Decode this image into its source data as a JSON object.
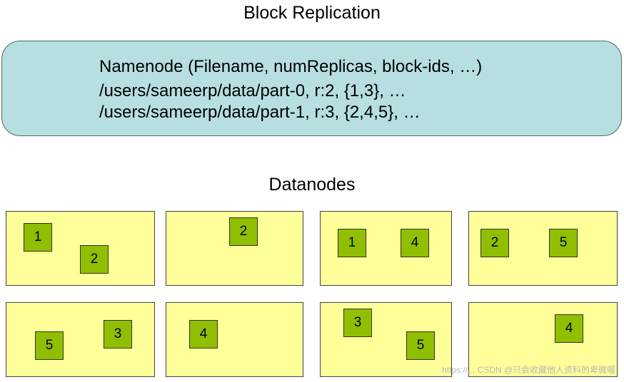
{
  "title": "Block Replication",
  "namenode": {
    "lines": [
      "Namenode (Filename, numReplicas, block-ids, …)",
      "/users/sameerp/data/part-0, r:2, {1,3}, …",
      "/users/sameerp/data/part-1, r:3, {2,4,5}, …"
    ]
  },
  "datanodes_label": "Datanodes",
  "datanodes": [
    {
      "blocks": [
        "1",
        "2"
      ]
    },
    {
      "blocks": [
        "2"
      ]
    },
    {
      "blocks": [
        "1",
        "4"
      ]
    },
    {
      "blocks": [
        "2",
        "5"
      ]
    },
    {
      "blocks": [
        "5",
        "3"
      ]
    },
    {
      "blocks": [
        "4"
      ]
    },
    {
      "blocks": [
        "3",
        "5"
      ]
    },
    {
      "blocks": [
        "4"
      ]
    }
  ],
  "watermark": "https://... CSDN @只会收藏他人资料的卑微喔",
  "colors": {
    "namenode_fill": "#b7dee0",
    "datanode_fill": "#ffff99",
    "block_fill": "#8fbf00"
  }
}
